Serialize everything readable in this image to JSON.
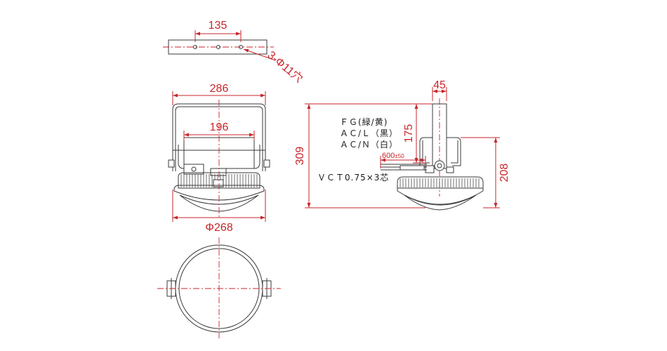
{
  "colors": {
    "dimension": "#c8262b",
    "outline": "#3a3a3a",
    "background": "#ffffff"
  },
  "dimensions": {
    "bracket_hole_pitch": "135",
    "bracket_holes": "3-Φ11穴",
    "bracket_width": "286",
    "bracket_inner_width": "196",
    "body_diameter": "Φ268",
    "pole_width": "45",
    "arm_height": "175",
    "total_height": "309",
    "side_height": "208",
    "cable_length": "600",
    "cable_tolerance": "±50"
  },
  "notes": {
    "wire_fg": "ＦＧ(緑/黄)",
    "wire_l": "ＡＣ/Ｌ（黒）",
    "wire_n": "ＡＣ/Ｎ（白）",
    "cable_spec": "ＶＣＴ0.75×3芯"
  }
}
